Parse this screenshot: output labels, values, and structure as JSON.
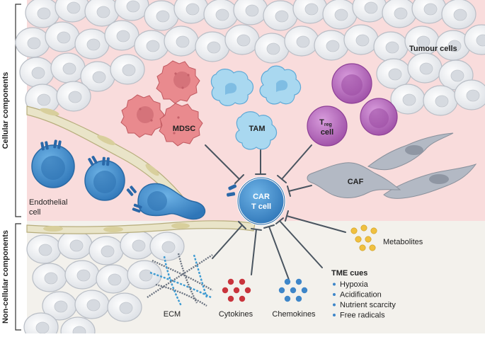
{
  "side_labels": {
    "cellular": "Cellular components",
    "noncellular": "Non-cellular components"
  },
  "labels": {
    "tumour": "Tumour cells",
    "mdsc": "MDSC",
    "tam": "TAM",
    "treg_main": "T",
    "treg_sub": "reg",
    "treg_cell": "cell",
    "caf": "CAF",
    "car_line1": "CAR",
    "car_line2": "T cell",
    "endothelial_line1": "Endothelial",
    "endothelial_line2": "cell",
    "metabolites": "Metabolites",
    "ecm": "ECM",
    "cytokines": "Cytokines",
    "chemokines": "Chemokines"
  },
  "tme": {
    "title": "TME cues",
    "items": [
      "Hypoxia",
      "Acidification",
      "Nutrient scarcity",
      "Free radicals"
    ]
  },
  "colors": {
    "pink_bg": "#f9dcdc",
    "beige_bg": "#f3f1ec",
    "cell_grey": "#e9ebee",
    "cell_outline": "#b9bec6",
    "mdsc": "#e98a8e",
    "tam": "#a9d8f0",
    "treg": "#b86cbf",
    "caf": "#b3b9c4",
    "car": "#3f8ccb",
    "cyto_dot": "#c9343c",
    "chemo_dot": "#3e86c9",
    "metab_dot": "#f0c040",
    "arrow": "#4a5560"
  }
}
